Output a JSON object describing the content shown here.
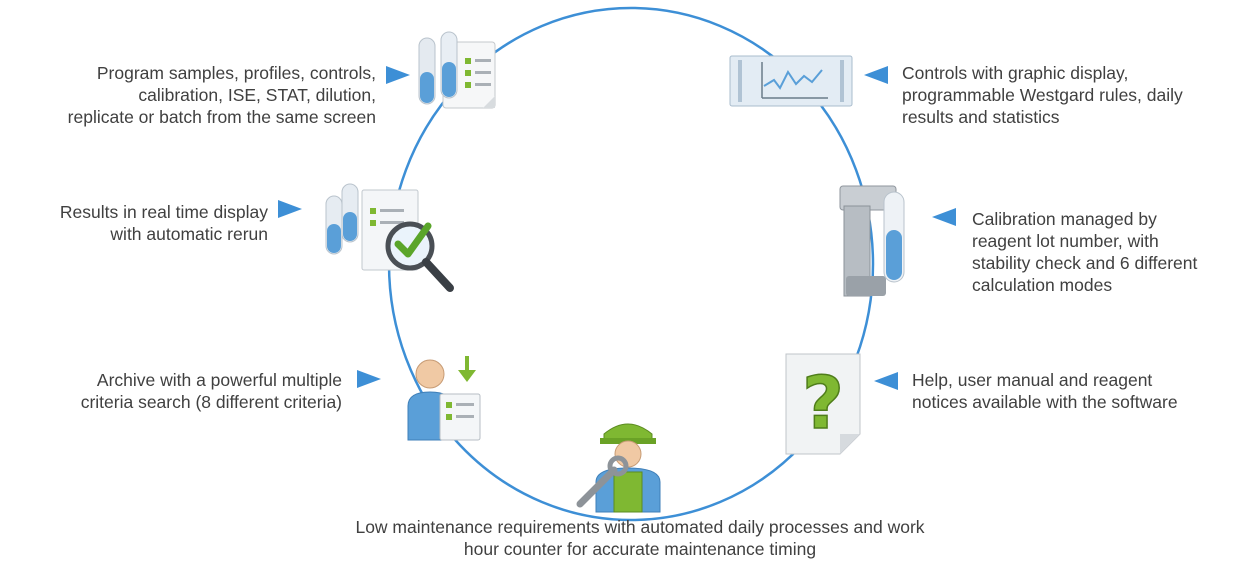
{
  "diagram": {
    "features": [
      {
        "id": "program",
        "icon": "sample-tubes-form-icon",
        "lines": [
          "Program samples, profiles, controls,",
          "calibration, ISE, STAT, dilution,",
          "replicate or batch from the same screen"
        ]
      },
      {
        "id": "controls",
        "icon": "control-chart-icon",
        "lines": [
          "Controls with graphic display,",
          "programmable Westgard rules, daily",
          "results and statistics"
        ]
      },
      {
        "id": "results",
        "icon": "results-magnifier-check-icon",
        "lines": [
          "Results in real time display",
          "with automatic rerun"
        ]
      },
      {
        "id": "calibration",
        "icon": "reagent-probe-icon",
        "lines": [
          "Calibration managed by",
          "reagent lot number, with",
          "stability check and 6 different",
          "calculation modes"
        ]
      },
      {
        "id": "archive",
        "icon": "archive-user-icon",
        "lines": [
          "Archive with a powerful multiple",
          "criteria search (8 different criteria)"
        ]
      },
      {
        "id": "help",
        "icon": "help-question-icon",
        "lines": [
          "Help, user manual and reagent",
          "notices available with the software"
        ]
      },
      {
        "id": "maintenance",
        "icon": "maintenance-worker-wrench-icon",
        "lines": [
          "Low maintenance requirements with automated daily processes and work",
          "hour counter for accurate maintenance timing"
        ]
      }
    ]
  },
  "colors": {
    "ring": "#3d8fd6",
    "arrow": "#3d8fd6",
    "text": "#404040",
    "icon_blue": "#5a9fd8",
    "icon_green": "#7fb832"
  }
}
